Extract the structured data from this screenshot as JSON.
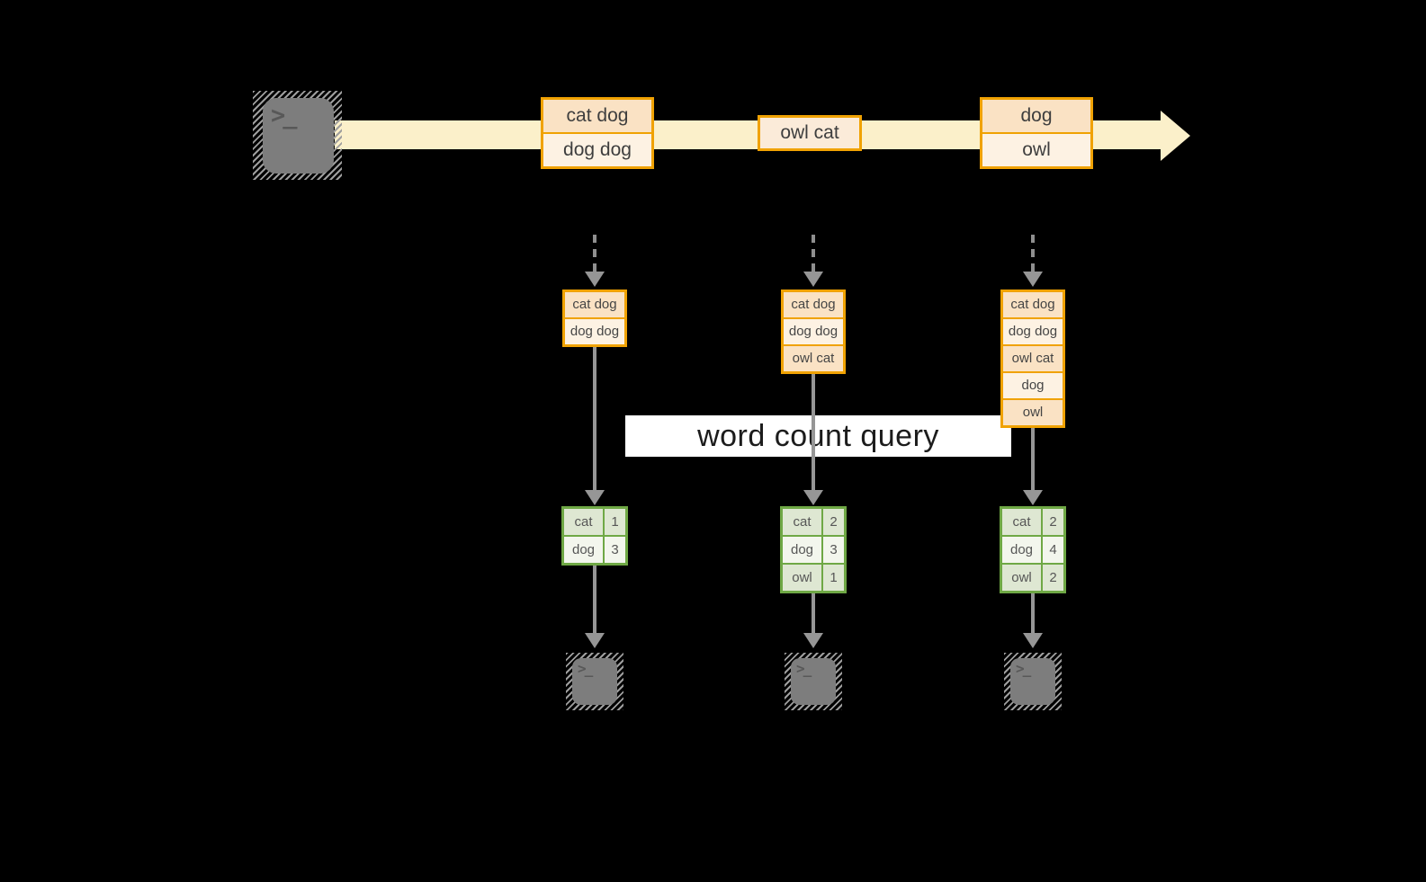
{
  "colors": {
    "background": "#000000",
    "stream_fill": "#FBF0CA",
    "event_border": "#F0A202",
    "event_fill_peach": "#FAE2C4",
    "event_fill_cream": "#FDF2E3",
    "table_border": "#6FA845",
    "table_fill_dark": "#DEE7D2",
    "table_fill_light": "#F3F6ED",
    "arrow_gray": "#8F8F8F",
    "terminal_gray": "#7D7D7D",
    "query_band_bg": "#FFFFFF"
  },
  "source": {
    "icon": "terminal-icon",
    "prompt_glyph": ">_"
  },
  "stream_events": [
    {
      "lines": [
        "cat dog",
        "dog dog"
      ]
    },
    {
      "lines": [
        "owl cat"
      ]
    },
    {
      "lines": [
        "dog",
        "owl"
      ]
    }
  ],
  "state_buffers": [
    {
      "lines": [
        "cat dog",
        "dog dog"
      ]
    },
    {
      "lines": [
        "cat dog",
        "dog dog",
        "owl cat"
      ]
    },
    {
      "lines": [
        "cat dog",
        "dog dog",
        "owl cat",
        "dog",
        "owl"
      ]
    }
  ],
  "query": {
    "label": "word count query"
  },
  "count_tables": [
    {
      "rows": [
        {
          "word": "cat",
          "count": "1"
        },
        {
          "word": "dog",
          "count": "3"
        }
      ]
    },
    {
      "rows": [
        {
          "word": "cat",
          "count": "2"
        },
        {
          "word": "dog",
          "count": "3"
        },
        {
          "word": "owl",
          "count": "1"
        }
      ]
    },
    {
      "rows": [
        {
          "word": "cat",
          "count": "2"
        },
        {
          "word": "dog",
          "count": "4"
        },
        {
          "word": "owl",
          "count": "2"
        }
      ]
    }
  ],
  "sinks": [
    {
      "icon": "terminal-icon",
      "prompt_glyph": ">_"
    },
    {
      "icon": "terminal-icon",
      "prompt_glyph": ">_"
    },
    {
      "icon": "terminal-icon",
      "prompt_glyph": ">_"
    }
  ]
}
